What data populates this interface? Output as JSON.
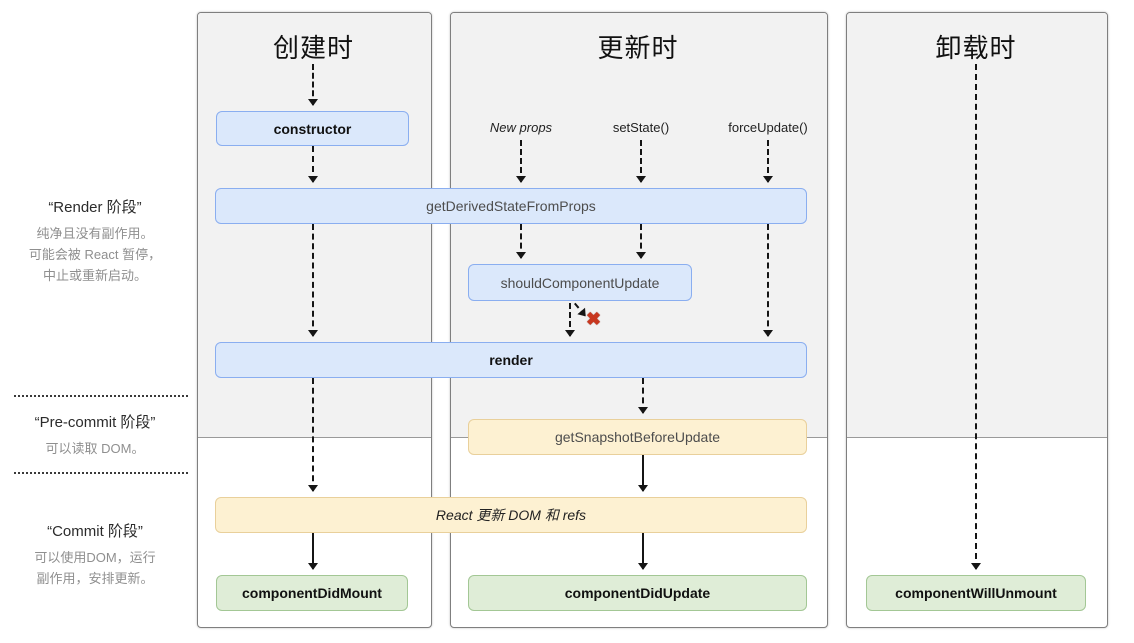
{
  "sidebar": {
    "phases": [
      {
        "title": "“Render 阶段”",
        "desc_lines": [
          "纯净且没有副作用。",
          "可能会被 React 暂停，",
          "中止或重新启动。"
        ]
      },
      {
        "title": "“Pre-commit 阶段”",
        "desc_lines": [
          "可以读取 DOM。"
        ]
      },
      {
        "title": "“Commit 阶段”",
        "desc_lines": [
          "可以使用DOM，运行",
          "副作用，安排更新。"
        ]
      }
    ]
  },
  "columns": [
    {
      "title": "创建时"
    },
    {
      "title": "更新时"
    },
    {
      "title": "卸载时"
    }
  ],
  "triggers": {
    "new_props": "New props",
    "set_state": "setState()",
    "force_update": "forceUpdate()"
  },
  "boxes": {
    "ctor": "constructor",
    "gdsfp": "getDerivedStateFromProps",
    "scu": "shouldComponentUpdate",
    "render": "render",
    "gsbu": "getSnapshotBeforeUpdate",
    "react_dom": "React 更新 DOM 和 refs",
    "cdm": "componentDidMount",
    "cdu": "componentDidUpdate",
    "cwu": "componentWillUnmount"
  },
  "icons": {
    "abort_x": "✖"
  },
  "colors": {
    "box_blue_bg": "#dbe8fb",
    "box_blue_border": "#8aaef0",
    "box_yellow_bg": "#fdf1d2",
    "box_yellow_border": "#e9d09b",
    "box_green_bg": "#dfedd7",
    "box_green_border": "#a3c795",
    "panel_bg": "#f2f2f2",
    "abort_red": "#c8371f"
  }
}
